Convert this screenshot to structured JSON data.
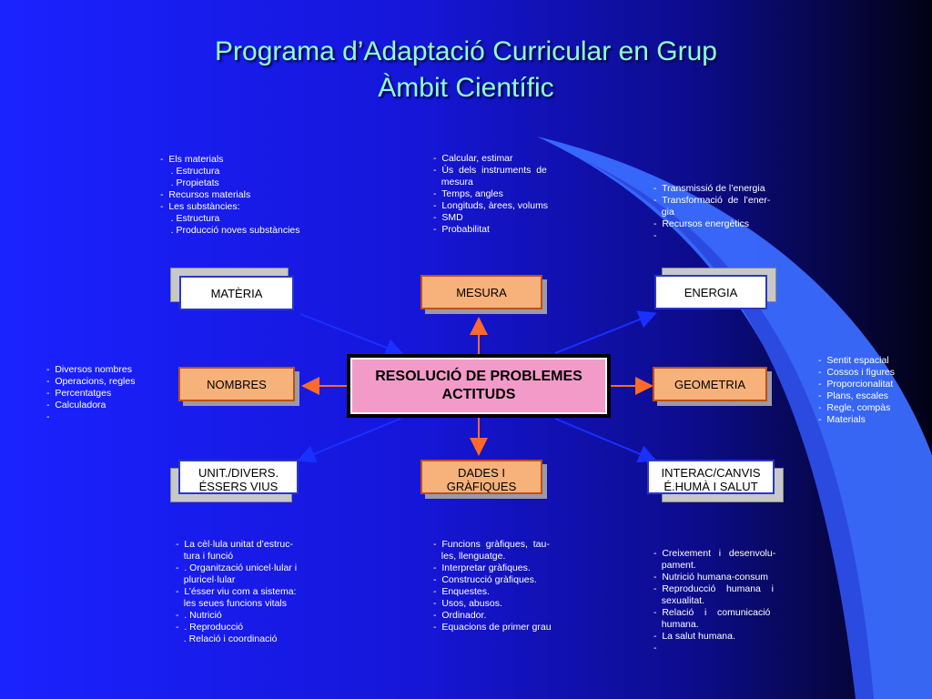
{
  "title": {
    "line1": "Programa d’Adaptació Curricular en Grup",
    "line2": "Àmbit Científic"
  },
  "center": {
    "line1": "RESOLUCIÓ  DE PROBLEMES",
    "line2": "ACTITUDS"
  },
  "boxes": {
    "materia": "MATÈRIA",
    "mesura": "MESURA",
    "energia": "ENERGIA",
    "nombres": "NOMBRES",
    "geometria": "GEOMETRIA",
    "unit_line1": "UNIT./DIVERS.",
    "unit_line2": "ÉSSERS VIUS",
    "dades_line1": "DADES I",
    "dades_line2": "GRÀFIQUES",
    "interac_line1": "INTERAC/CANVIS",
    "interac_line2": "É.HUMÀ I SALUT"
  },
  "notes": {
    "materia": "-  Els materials\n    . Estructura\n    . Propietats\n-  Recursos materials\n-  Les substàncies:\n    . Estructura\n    . Producció noves substàncies",
    "mesura": "-  Calcular, estimar\n-  Ús  dels  instruments  de\n   mesura\n-  Temps, angles\n-  Longituds, àrees, volums\n-  SMD\n-  Probabilitat",
    "energia": "-  Transmissió de l’energia\n-  Transformació  de  l’ener-\n   gia\n-  Recursos energètics\n-",
    "nombres": "-  Diversos nombres\n-  Operacions, regles\n-  Percentatges\n-  Calculadora\n-",
    "geometria": "-  Sentit espacial\n-  Cossos i figures\n-  Proporcionalitat\n-  Plans, escales\n-  Regle, compàs\n-  Materials",
    "unit": "-  La cèl·lula unitat d’estruc-\n   tura i funció\n-  . Organització unicel·lular i\n   pluricel·lular\n-  L’ésser viu com a sistema:\n   les seues funcions vitals\n-  . Nutrició\n-  . Reproducció\n   . Relació i coordinació",
    "dades": "-  Funcions  gràfiques,  tau-\n   les, llenguatge.\n-  Interpretar gràfiques.\n-  Construcció gràfiques.\n-  Enquestes.\n-  Usos, abusos.\n-  Ordinador.\n-  Equacions de primer grau",
    "interac": "-  Creixement   i   desenvolu-\n   pament.\n-  Nutrició humana-consum\n-  Reproducció    humana    i\n   sexualitat.\n-  Relació    i    comunicació\n   humana.\n-  La salut humana.\n-"
  },
  "colors": {
    "title": "#8fffd0",
    "center_fill": "#f39bc8",
    "orange_box": "#f7b17a",
    "arrow": "#ff6a2a",
    "link_blue": "#1a30ff",
    "swoosh": "#3a6cff"
  }
}
